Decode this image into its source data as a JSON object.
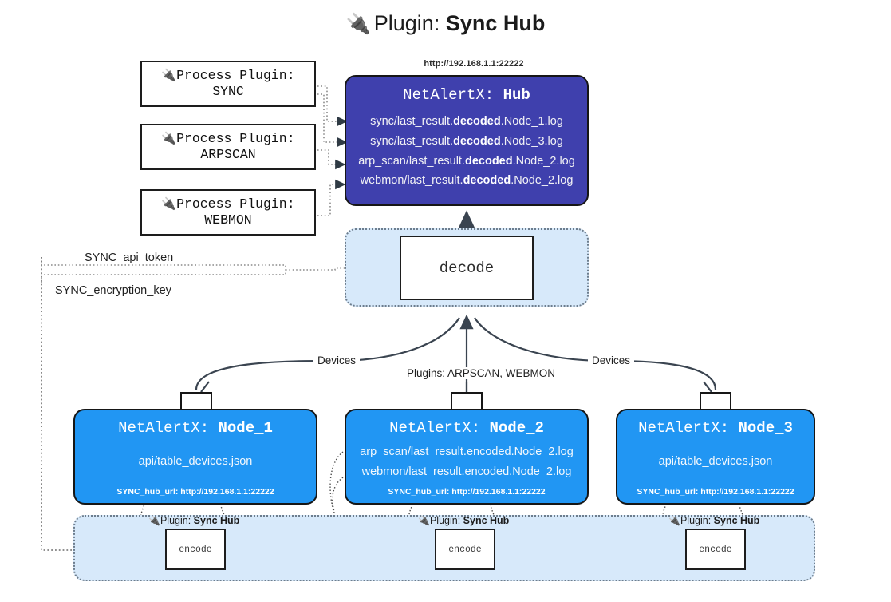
{
  "title": {
    "icon": "plug-icon",
    "glyph": "🔌",
    "prefix": "Plugin: ",
    "name": "Sync Hub"
  },
  "process_plugins": [
    {
      "icon": "plug-icon",
      "glyph": "🔌",
      "line1": "Process Plugin:",
      "line2": "SYNC"
    },
    {
      "icon": "plug-icon",
      "glyph": "🔌",
      "line1": "Process Plugin:",
      "line2": "ARPSCAN"
    },
    {
      "icon": "plug-icon",
      "glyph": "🔌",
      "line1": "Process Plugin:",
      "line2": "WEBMON"
    }
  ],
  "hub": {
    "url": "http://192.168.1.1:22222",
    "title_prefix": "NetAlertX: ",
    "title_name": "Hub",
    "lines": [
      {
        "pre": "sync/last_result.",
        "strong": "decoded",
        "post": ".Node_1.log"
      },
      {
        "pre": "sync/last_result.",
        "strong": "decoded",
        "post": ".Node_3.log"
      },
      {
        "pre": "arp_scan/last_result.",
        "strong": "decoded",
        "post": ".Node_2.log"
      },
      {
        "pre": "webmon/last_result.",
        "strong": "decoded",
        "post": ".Node_2.log"
      }
    ]
  },
  "decode": {
    "label": "decode"
  },
  "tokens": {
    "api_token": "SYNC_api_token",
    "encryption_key": "SYNC_encryption_key"
  },
  "edge_labels": {
    "devices_left": "Devices",
    "devices_right": "Devices",
    "plugins_middle": "Plugins: ARPSCAN, WEBMON"
  },
  "nodes": [
    {
      "title_prefix": "NetAlertX: ",
      "title_name": "Node_1",
      "lines": [
        "api/table_devices.json"
      ],
      "footer": "SYNC_hub_url: http://192.168.1.1:22222",
      "envelope_icon": "envelope-icon"
    },
    {
      "title_prefix": "NetAlertX: ",
      "title_name": "Node_2",
      "lines": [
        "arp_scan/last_result.encoded.Node_2.log",
        "webmon/last_result.encoded.Node_2.log"
      ],
      "footer": "SYNC_hub_url: http://192.168.1.1:22222",
      "envelope_icon": "envelope-icon"
    },
    {
      "title_prefix": "NetAlertX: ",
      "title_name": "Node_3",
      "lines": [
        "api/table_devices.json"
      ],
      "footer": "SYNC_hub_url: http://192.168.1.1:22222",
      "envelope_icon": "envelope-icon"
    }
  ],
  "plugin_band": {
    "items": [
      {
        "icon": "plug-icon",
        "glyph": "🔌",
        "prefix": "Plugin: ",
        "name": "Sync Hub",
        "box_label": "encode"
      },
      {
        "icon": "plug-icon",
        "glyph": "🔌",
        "prefix": "Plugin: ",
        "name": "Sync Hub",
        "box_label": "encode"
      },
      {
        "icon": "plug-icon",
        "glyph": "🔌",
        "prefix": "Plugin: ",
        "name": "Sync Hub",
        "box_label": "encode"
      }
    ]
  },
  "colors": {
    "hub_fill": "#3f40ad",
    "node_fill": "#2196f3",
    "band_fill": "#d7e9fa",
    "stroke": "#161616"
  }
}
